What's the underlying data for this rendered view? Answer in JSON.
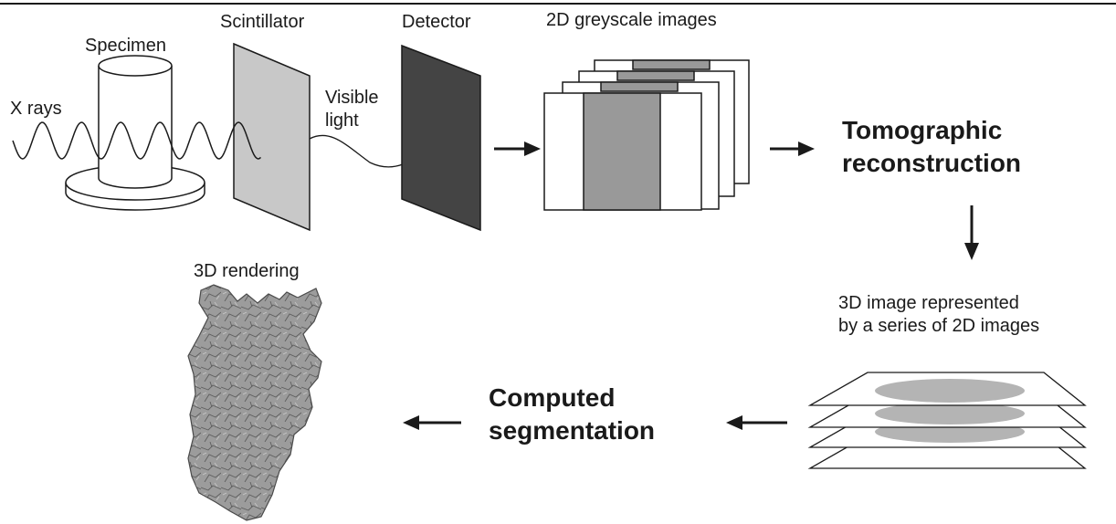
{
  "labels": {
    "specimen": "Specimen",
    "scintillator": "Scintillator",
    "detector": "Detector",
    "greyscale_images": "2D greyscale images",
    "x_rays": "X rays",
    "visible_light_line1": "Visible",
    "visible_light_line2": "light",
    "tomographic_line1": "Tomographic",
    "tomographic_line2": "reconstruction",
    "rendering_3d": "3D rendering",
    "image_series_line1": "3D image represented",
    "image_series_line2": "by a series of 2D images",
    "segmentation_line1": "Computed",
    "segmentation_line2": "segmentation"
  },
  "colors": {
    "stroke": "#1a1a1a",
    "scintillator_fill": "#c8c8c8",
    "detector_fill": "#444444",
    "image_band": "#999999",
    "slice_ellipse": "#b4b4b4",
    "rendering_fill": "#9a9a9a"
  },
  "icons": [
    "cylinder-specimen",
    "x-ray-wave",
    "scintillator-plate",
    "detector-plate",
    "image-stack",
    "slice-stack",
    "arrow-right",
    "arrow-down",
    "arrow-left",
    "3d-rendered-object"
  ]
}
